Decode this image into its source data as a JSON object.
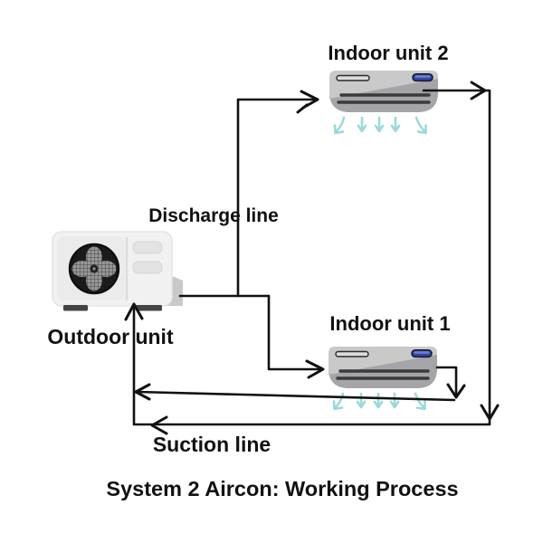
{
  "title": "System 2 Aircon: Working Process",
  "labels": {
    "indoor_unit_2": "Indoor unit 2",
    "indoor_unit_1": "Indoor unit 1",
    "outdoor_unit": "Outdoor unit",
    "discharge_line": "Discharge line",
    "suction_line": "Suction line"
  },
  "icons": {
    "indoor_unit": "wall-mounted-ac-indoor-unit-icon",
    "outdoor_unit": "outdoor-condenser-unit-icon",
    "airflow": "cool-air-downward-arrows-icon",
    "flow_arrows": "refrigerant-flow-arrow-icons"
  },
  "colors": {
    "background": "#ffffff",
    "pipe_line": "#111111",
    "text": "#111111",
    "airflow_arrow": "#9fd8da",
    "indicator_pill_blue": "#35479e",
    "indoor_body_light": "#c9c9c9",
    "indoor_body_dark": "#a5a4a8",
    "louver_dark": "#3a3a3a",
    "outdoor_body": "#f2f1f1",
    "fan_disc": "#1d1d1d",
    "fan_blade": "#979797"
  }
}
